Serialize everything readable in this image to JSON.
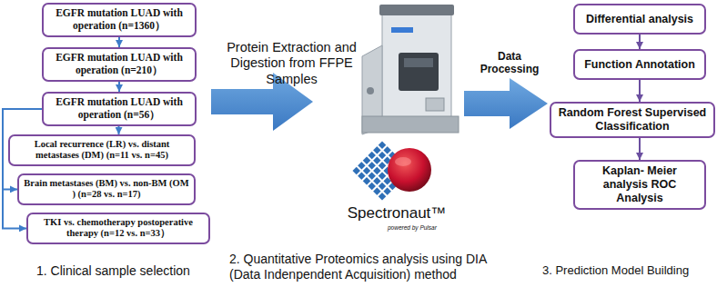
{
  "diagram": {
    "nodes": [
      {
        "text": [
          "EGFR mutation LUAD with operation (n=1360）"
        ]
      },
      {
        "text": [
          "EGFR mutation LUAD with operation (n=210）"
        ]
      },
      {
        "text": [
          "EGFR mutation LUAD with operation (n=56）"
        ]
      },
      {
        "text": [
          "Local recurrence (LR) vs. distant metastases (DM) (n=11 vs. n=45)"
        ]
      },
      {
        "text": [
          "Brain metastases (BM) vs. non-BM (OM ) (n=28 vs. n=17)"
        ]
      },
      {
        "text": [
          "TKI vs. chemotherapy postoperative therapy (n=12 vs. n=33）"
        ]
      },
      {
        "text": [
          "Differential analysis"
        ]
      },
      {
        "text": [
          "Function Annotation"
        ]
      },
      {
        "text": [
          "Random Forest Supervised Classification"
        ]
      },
      {
        "text": [
          "Kaplan- Meier analysis ROC Analysis"
        ]
      }
    ],
    "edges": [
      {
        "from": 0,
        "to": 1,
        "arrow": "to"
      },
      {
        "from": 1,
        "to": 2,
        "arrow": "to"
      },
      {
        "from": 2,
        "to": 3,
        "arrow": "to"
      },
      {
        "from": 2,
        "to": 4,
        "arrow": "to"
      },
      {
        "from": 2,
        "to": 5,
        "arrow": "to"
      },
      {
        "from": 6,
        "to": 7,
        "arrow": "to"
      },
      {
        "from": 7,
        "to": 8,
        "arrow": "to"
      },
      {
        "from": 8,
        "to": 9,
        "arrow": "to"
      }
    ],
    "labels": [
      "Protein Extraction and Digestion from FFPE Samples",
      "Data Processing",
      "Spectronaut™",
      "powered by Pulsar",
      "1. Clinical sample selection",
      "2. Quantitative Proteomics analysis using DIA (Data Indenpendent Acquisition) method",
      "3. Prediction Model Building"
    ]
  }
}
